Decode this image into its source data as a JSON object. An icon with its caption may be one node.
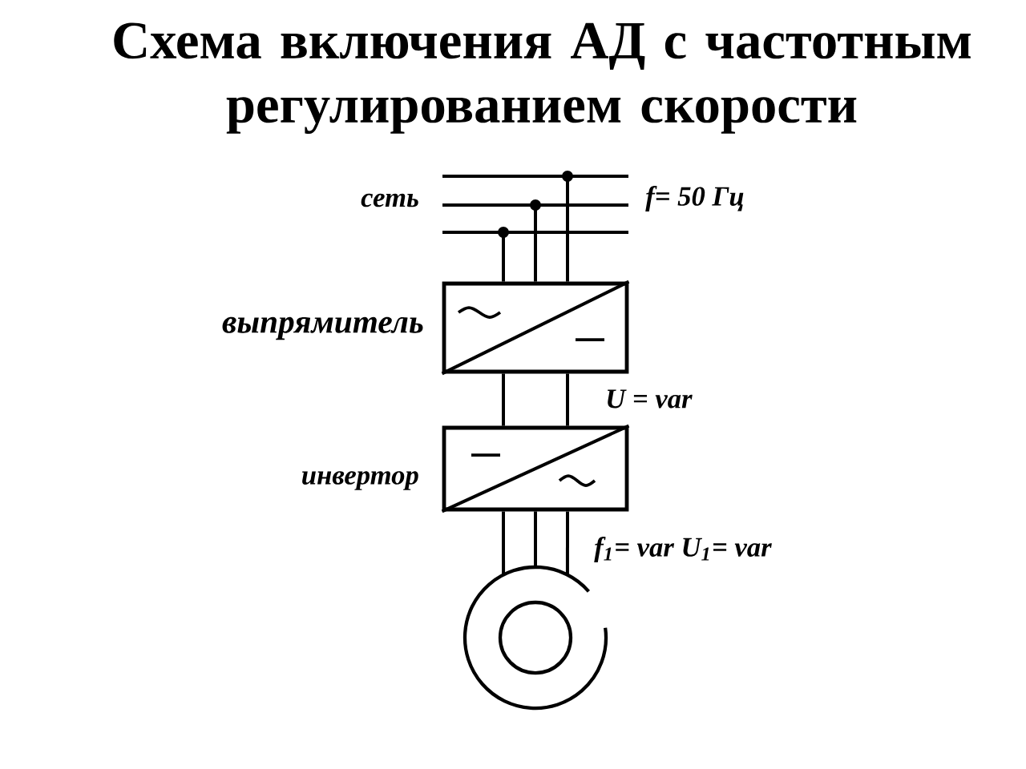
{
  "diagram": {
    "title": "Схема включения АД с частотным регулированием скорости",
    "nodes": [
      {
        "text": [],
        "shape": "bar",
        "beside": [
          "сеть",
          "f= 50 Гц"
        ]
      },
      {
        "text": [],
        "shape": "box",
        "beside": [
          "выпрямитель"
        ]
      },
      {
        "text": [],
        "shape": "box",
        "beside": [
          "инвертор"
        ]
      },
      {
        "text": [],
        "shape": "circle"
      }
    ],
    "edges": [
      {
        "from": 0,
        "to": 1,
        "arrow": "none"
      },
      {
        "from": 0,
        "to": 1,
        "arrow": "none"
      },
      {
        "from": 0,
        "to": 1,
        "arrow": "none"
      },
      {
        "from": 1,
        "to": 2,
        "arrow": "none"
      },
      {
        "from": 1,
        "to": 2,
        "arrow": "none",
        "label": "U = var"
      },
      {
        "from": 2,
        "to": 3,
        "arrow": "none"
      },
      {
        "from": 2,
        "to": 3,
        "arrow": "none"
      },
      {
        "from": 2,
        "to": 3,
        "arrow": "none",
        "label": "f$_{1}$= var U$_{1}$= var"
      }
    ]
  }
}
